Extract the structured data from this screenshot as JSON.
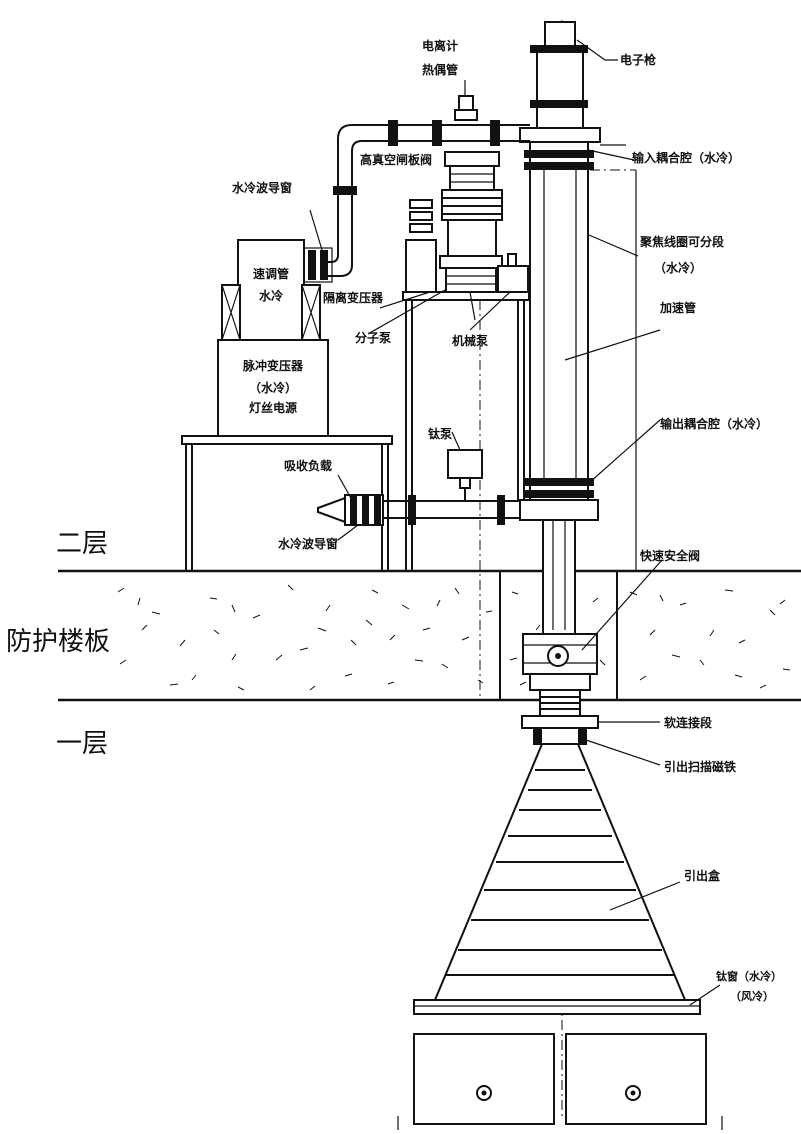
{
  "labels": {
    "electron_gun": "电子枪",
    "ion_gauge": "电离计",
    "thermocouple_gauge": "热偶管",
    "hv_gate_valve": "高真空闸板阀",
    "input_coupler": "输入耦合腔（水冷）",
    "waveguide_window_top": "水冷波导窗",
    "focus_coil_1": "聚焦线圈可分段",
    "focus_coil_2": "（水冷）",
    "klystron_1": "速调管",
    "klystron_2": "水冷",
    "isolation_transformer": "隔离变压器",
    "molecular_pump": "分子泵",
    "mechanical_pump": "机械泵",
    "accelerator_tube": "加速管",
    "pulse_transformer_1": "脉冲变压器",
    "pulse_transformer_2": "（水冷）",
    "pulse_transformer_3": "灯丝电源",
    "output_coupler": "输出耦合腔（水冷）",
    "ion_pump": "钛泵",
    "absorbing_load": "吸收负载",
    "waveguide_window_bottom": "水冷波导窗",
    "second_floor": "二层",
    "fast_safety_valve": "快速安全阀",
    "protective_floor": "防护楼板",
    "first_floor": "一层",
    "soft_connection": "软连接段",
    "scanning_magnet": "引出扫描磁铁",
    "extraction_box": "引出盒",
    "ti_window_1": "钛窗（水冷）",
    "ti_window_2": "（风冷）"
  },
  "icons": {
    "conveyor_marker": "circle-dot-icon"
  },
  "colors": {
    "line": "#111111",
    "background": "#ffffff"
  }
}
